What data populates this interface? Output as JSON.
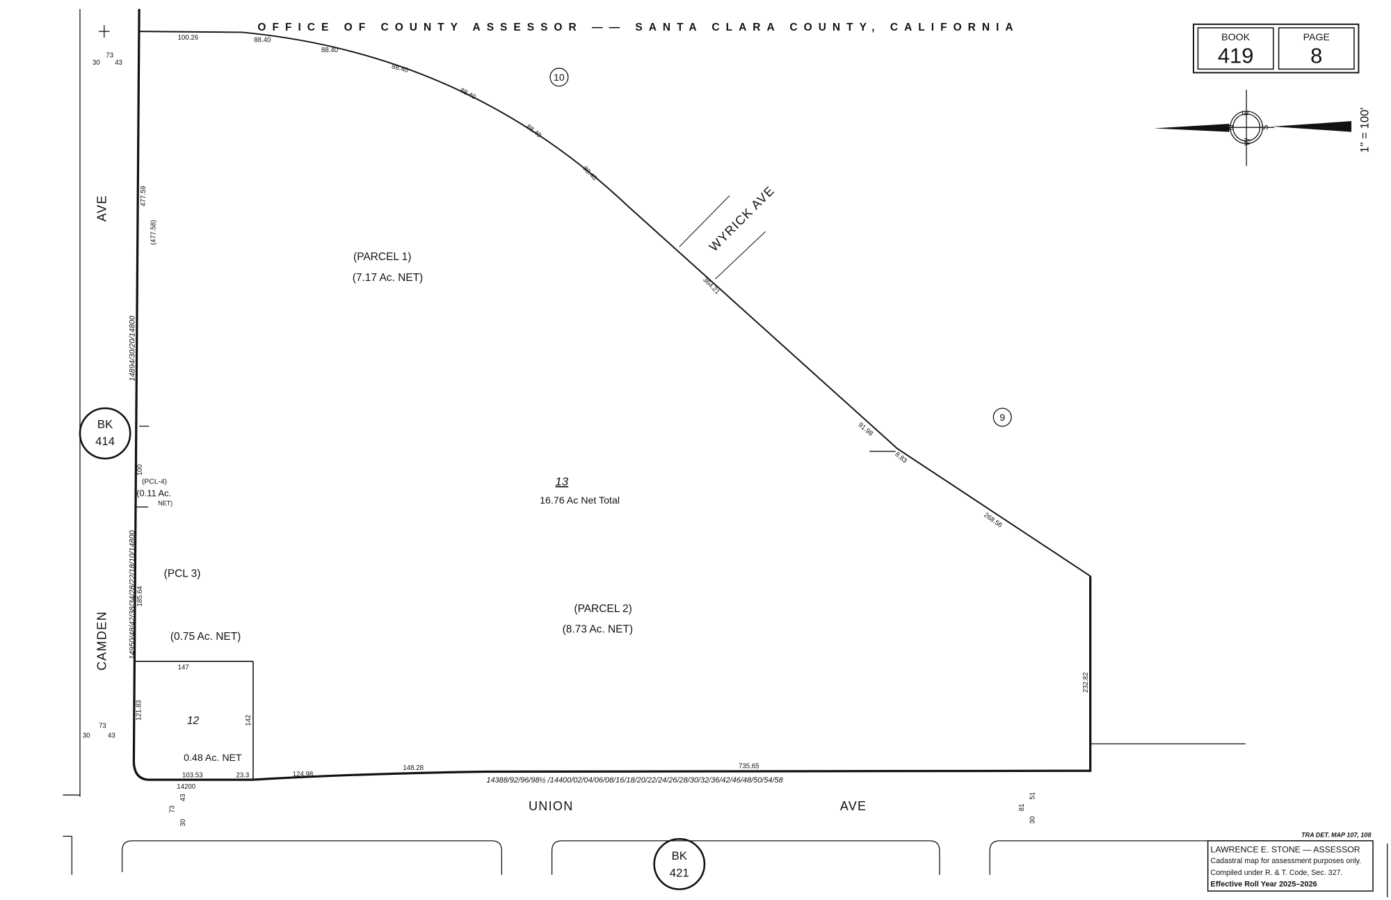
{
  "header": {
    "title": "OFFICE OF COUNTY ASSESSOR —— SANTA CLARA COUNTY, CALIFORNIA"
  },
  "book_page": {
    "book_label": "BOOK",
    "book": "419",
    "page_label": "PAGE",
    "page": "8"
  },
  "compass": {
    "n": "N",
    "e": "E",
    "s": "S",
    "w": "W"
  },
  "scale": "1\" = 100'",
  "streets": {
    "camden": "CAMDEN",
    "camden_ave": "AVE",
    "union": "UNION",
    "union_ave": "AVE",
    "wyrick": "WYRICK AVE"
  },
  "book_refs": [
    {
      "label": "BK",
      "num": "414"
    },
    {
      "label": "BK",
      "num": "421"
    }
  ],
  "map_refs": [
    "10",
    "9"
  ],
  "parcels": {
    "p1": "(PARCEL 1)",
    "p1_area": "(7.17 Ac. NET)",
    "p2": "(PARCEL 2)",
    "p2_area": "(8.73 Ac. NET)",
    "p3": "(PCL 3)",
    "p3_area": "(0.75 Ac. NET)",
    "p4": "(PCL-4)",
    "p4_area": "(0.11 Ac.",
    "p4_net": "NET)",
    "num13": "13",
    "total": "16.76 Ac Net Total",
    "num12": "12",
    "p12_area": "0.48 Ac. NET"
  },
  "dimensions": {
    "d100_26": "100.26",
    "d88_40": "88.40",
    "d364_21": "364.21",
    "d91_98": "91.98",
    "d8_83": "8.83",
    "d268_56": "268.56",
    "d232_82": "232.82",
    "d735_65": "735.65",
    "d148_28": "148.28",
    "d124_98": "124.98",
    "d23_3": "23.3",
    "d103_53": "103.53",
    "d147": "147",
    "d142": "142",
    "d121_83": "121.83",
    "d185_64": "185.64",
    "d100": "100",
    "d477_59": "477.59",
    "d477_58": "(477.58)",
    "addr14200": "14200"
  },
  "addresses": {
    "union": "14388/92/96/98½ /14400/02/04/06/08/16/18/20/22/24/26/28/30/32/36/42/46/48/50/54/58",
    "camden_upper": "14894/30/20/14800",
    "camden_lower": "14950/48/42/38/34/28/22/18/10/14800"
  },
  "tra_codes": {
    "a1": "30",
    "a2": "73",
    "a3": "43",
    "b1": "30",
    "b2": "73",
    "b3": "43",
    "c1": "30",
    "c2": "73",
    "c3": "43",
    "d1": "30",
    "d2": "81",
    "d3": "51"
  },
  "footer": {
    "tra": "TRA DET. MAP 107, 108",
    "line1": "LAWRENCE E. STONE — ASSESSOR",
    "line2": "Cadastral map for assessment purposes only.",
    "line3": "Compiled under R. & T. Code, Sec. 327.",
    "line4": "Effective Roll Year 2025–2026"
  }
}
